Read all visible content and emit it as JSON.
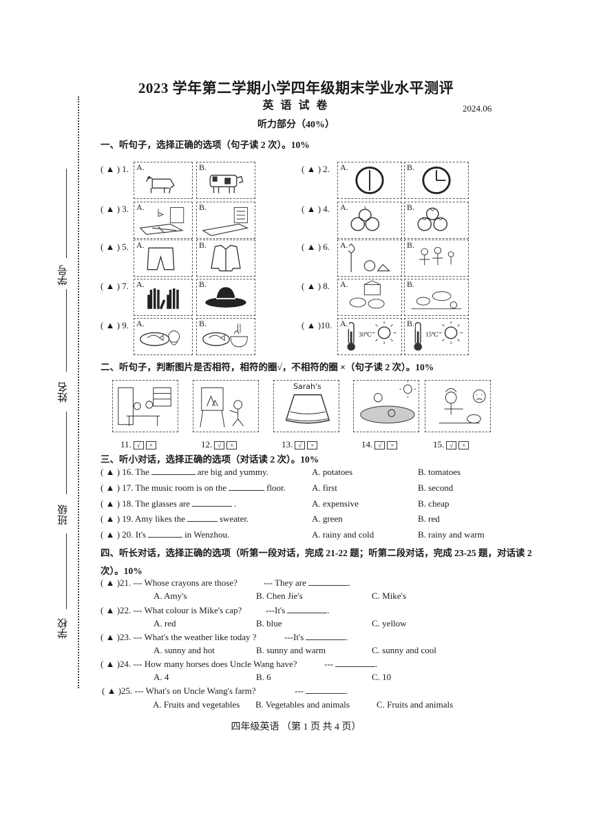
{
  "header": {
    "title": "2023 学年第二学期小学四年级期末学业水平测评",
    "subtitle": "英 语 试 卷",
    "date": "2024.06",
    "part": "听力部分（40%）"
  },
  "side_labels": {
    "student_no": "学号",
    "name": "姓名",
    "class": "班级",
    "school": "学校"
  },
  "section1": {
    "heading": "一、听句子，选择正确的选项（句子读 2 次）。10%",
    "items": [
      {
        "prefix": "( ▲ ) 1.",
        "a": "A.",
        "b": "B.",
        "a_icon": "goat-icon",
        "b_icon": "cow-icon"
      },
      {
        "prefix": "( ▲ ) 2.",
        "a": "A.",
        "b": "B.",
        "a_icon": "clock-six-icon",
        "b_icon": "clock-three-icon"
      },
      {
        "prefix": "( ▲ ) 3.",
        "a": "A.",
        "b": "B.",
        "a_icon": "playground-icon",
        "b_icon": "library-icon"
      },
      {
        "prefix": "( ▲ ) 4.",
        "a": "A.",
        "b": "B.",
        "a_icon": "apples-icon",
        "b_icon": "tomatoes-icon"
      },
      {
        "prefix": "( ▲ ) 5.",
        "a": "A.",
        "b": "B.",
        "a_icon": "shorts-icon",
        "b_icon": "shirt-icon"
      },
      {
        "prefix": "( ▲ ) 6.",
        "a": "A.",
        "b": "B.",
        "a_icon": "garden-icon",
        "b_icon": "family-icon"
      },
      {
        "prefix": "( ▲ ) 7.",
        "a": "A.",
        "b": "B.",
        "a_icon": "gloves-icon",
        "b_icon": "hat-icon"
      },
      {
        "prefix": "( ▲ ) 8.",
        "a": "A.",
        "b": "B.",
        "a_icon": "farm-sheep-icon",
        "b_icon": "farm-animals-icon"
      },
      {
        "prefix": "( ▲ ) 9.",
        "a": "A.",
        "b": "B.",
        "a_icon": "fish-vegetables-icon",
        "b_icon": "fish-noodles-icon"
      },
      {
        "prefix": "( ▲ )10.",
        "a": "A.",
        "b": "B.",
        "a_icon": "thermometer-sun-icon",
        "b_icon": "thermometer-sun-icon",
        "a_temp": "30℃",
        "b_temp": "15℃"
      }
    ]
  },
  "section2": {
    "heading": "二、听句子，判断图片是否相符，相符的圈√，不相符的圈 ×（句子读 2 次）。10%",
    "items": [
      {
        "num": "11.",
        "icon": "reading-room-icon",
        "caption": ""
      },
      {
        "num": "12.",
        "icon": "painting-girl-icon",
        "caption": ""
      },
      {
        "num": "13.",
        "icon": "skirt-icon",
        "caption": "Sarah's"
      },
      {
        "num": "14.",
        "icon": "swimming-icon",
        "caption": ""
      },
      {
        "num": "15.",
        "icon": "cooking-icon",
        "caption": ""
      }
    ],
    "tick": "√",
    "cross": "×"
  },
  "section3": {
    "heading": "三、听小对话，选择正确的选项（对话读 2 次）。10%",
    "items": [
      {
        "prefix": "( ▲ ) 16. The",
        "after": "are big and yummy.",
        "a": "A. potatoes",
        "b": "B. tomatoes"
      },
      {
        "prefix": "( ▲ ) 17. The music room is on the",
        "after": "floor.",
        "a": "A. first",
        "b": "B. second"
      },
      {
        "prefix": "( ▲ ) 18. The glasses are",
        "after": ".",
        "a": "A. expensive",
        "b": "B. cheap"
      },
      {
        "prefix": "( ▲ ) 19. Amy likes the",
        "after": "sweater.",
        "a": "A. green",
        "b": "B. red"
      },
      {
        "prefix": "( ▲ ) 20. It's",
        "after": "in Wenzhou.",
        "a": "A. rainy and cold",
        "b": "B. rainy and warm"
      }
    ]
  },
  "section4": {
    "heading1": "四、听长对话，选择正确的选项（听第一段对话，完成 21-22 题；听第二段对话，完成 23-25 题，对话读 2",
    "heading2": "次）。10%",
    "items": [
      {
        "q": "( ▲ )21. --- Whose crayons are those?",
        "r": "--- They are",
        "a": "A.  Amy's",
        "b": "B. Chen Jie's",
        "c": "C. Mike's"
      },
      {
        "q": "( ▲ )22. --- What colour is Mike's cap?",
        "r": "---It's",
        "a": "A. red",
        "b": "B. blue",
        "c": "C. yellow"
      },
      {
        "q": "( ▲ )23. --- What's the weather like today ?",
        "r": "---It's",
        "a": "A. sunny and hot",
        "b": "B. sunny and warm",
        "c": "C. sunny and cool"
      },
      {
        "q": "( ▲ )24. --- How many horses does Uncle Wang have?",
        "r": "---",
        "a": "A. 4",
        "b": "B. 6",
        "c": "C. 10"
      },
      {
        "q": "( ▲ )25. --- What's on Uncle Wang's farm?",
        "r": "---",
        "a": "A. Fruits and vegetables",
        "b": "B. Vegetables and animals",
        "c": "C. Fruits and animals"
      }
    ]
  },
  "footer": "四年级英语 （第 1 页  共 4 页）"
}
